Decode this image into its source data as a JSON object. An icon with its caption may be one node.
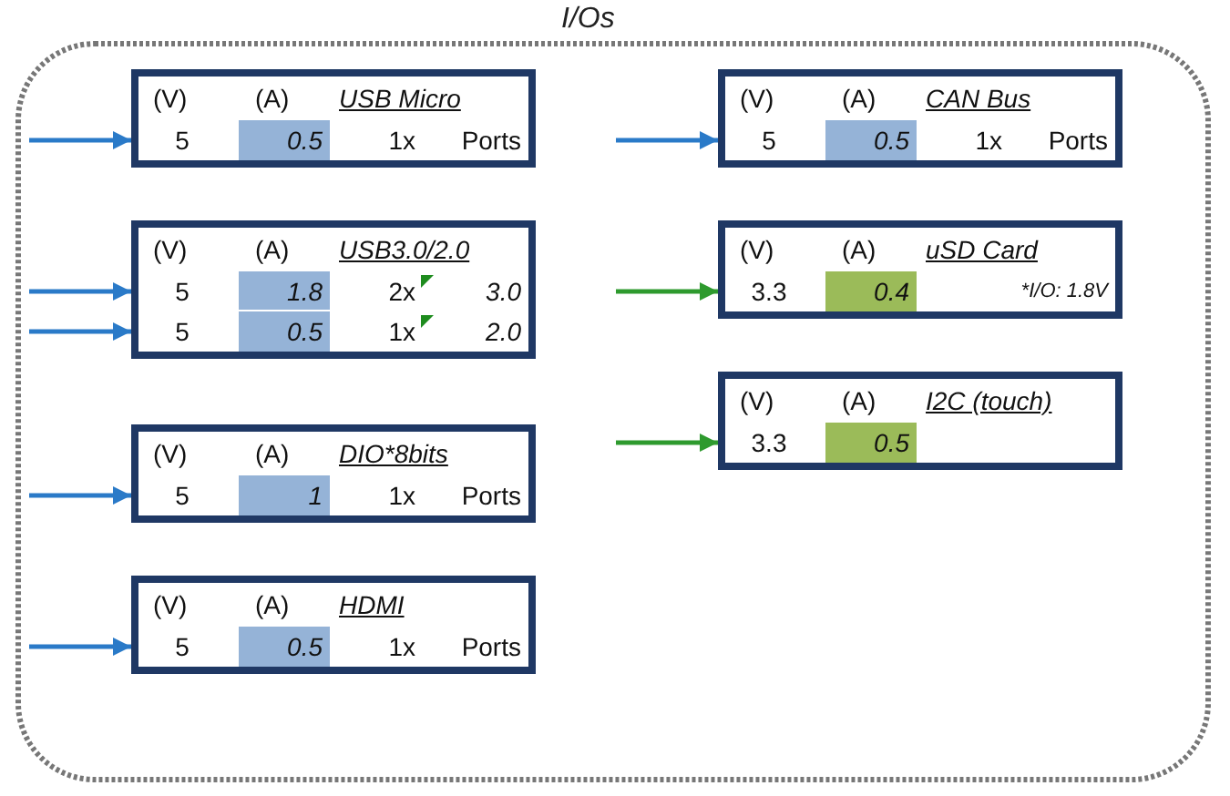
{
  "diagram": {
    "nodes": [
      {
        "text": [
          "I/Os"
        ]
      },
      {
        "text": [
          "(V)",
          "(A)",
          "USB Micro",
          "5",
          "0.5",
          "1x",
          "Ports"
        ],
        "in": 0
      },
      {
        "text": [
          "(V)",
          "(A)",
          "USB3.0/2.0",
          "5",
          "1.8",
          "2x",
          "3.0",
          "5",
          "0.5",
          "1x",
          "2.0"
        ],
        "in": 0
      },
      {
        "text": [
          "(V)",
          "(A)",
          "DIO*8bits",
          "5",
          "1",
          "1x",
          "Ports"
        ],
        "in": 0
      },
      {
        "text": [
          "(V)",
          "(A)",
          "HDMI",
          "5",
          "0.5",
          "1x",
          "Ports"
        ],
        "in": 0
      },
      {
        "text": [
          "(V)",
          "(A)",
          "CAN Bus",
          "5",
          "0.5",
          "1x",
          "Ports"
        ],
        "in": 0
      },
      {
        "text": [
          "(V)",
          "(A)",
          "uSD Card",
          "3.3",
          "0.4",
          "*I/O: 1.8V"
        ],
        "in": 0
      },
      {
        "text": [
          "(V)",
          "(A)",
          "I2C (touch)",
          "3.3",
          "0.5"
        ],
        "in": 0
      }
    ],
    "edges": [
      {
        "from": null,
        "to": 1,
        "arrow": "to"
      },
      {
        "from": null,
        "to": 2,
        "arrow": "to"
      },
      {
        "from": null,
        "to": 2,
        "arrow": "to"
      },
      {
        "from": null,
        "to": 3,
        "arrow": "to"
      },
      {
        "from": null,
        "to": 4,
        "arrow": "to"
      },
      {
        "from": null,
        "to": 5,
        "arrow": "to"
      },
      {
        "from": null,
        "to": 6,
        "arrow": "to",
        "color": "#2e9a2e"
      },
      {
        "from": null,
        "to": 7,
        "arrow": "to",
        "color": "#2e9a2e"
      }
    ]
  }
}
